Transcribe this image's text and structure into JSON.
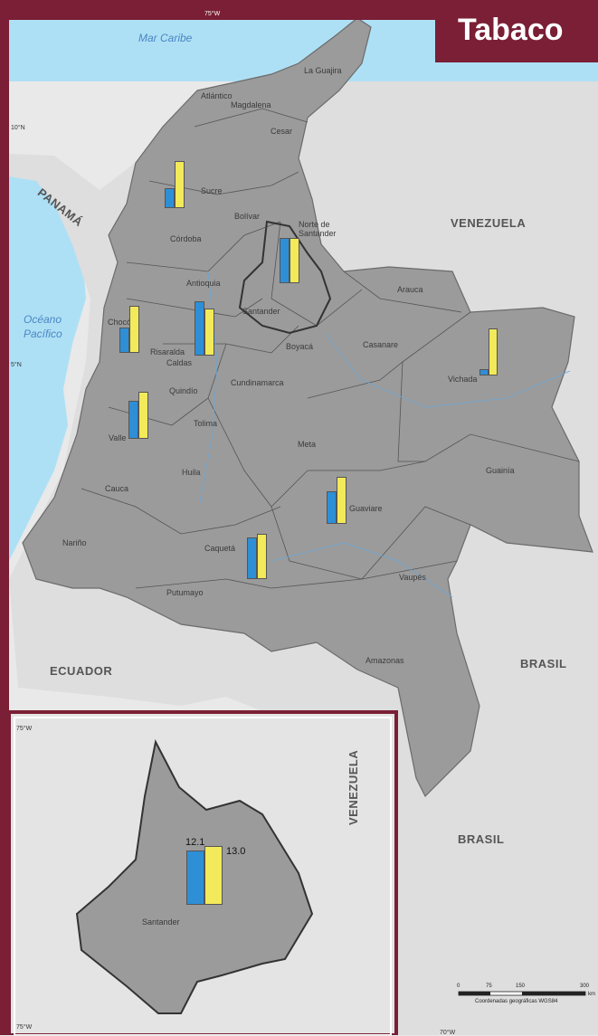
{
  "title": "Tabaco",
  "seas": {
    "caribbean": "Mar Caribe",
    "pacific_line1": "Océano",
    "pacific_line2": "Pacífico"
  },
  "countries": {
    "venezuela": "VENEZUELA",
    "panama": "PANAMÁ",
    "ecuador": "ECUADOR",
    "brasil": "BRASIL",
    "inset_venezuela": "VENEZUELA",
    "inset_brasil": "BRASIL"
  },
  "departments": {
    "la_guajira": "La Guajira",
    "atlantico": "Atlántico",
    "magdalena": "Magdalena",
    "cesar": "Cesar",
    "sucre": "Sucre",
    "cordoba": "Córdoba",
    "bolivar": "Bolívar",
    "norte_santander": "Norte de",
    "norte_santander2": "Santander",
    "santander": "Santander",
    "antioquia": "Antioquia",
    "choco": "Chocó",
    "arauca": "Arauca",
    "casanare": "Casanare",
    "boyaca": "Boyacá",
    "vichada": "Vichada",
    "risaralda": "Risaralda",
    "caldas": "Caldas",
    "cundinamarca": "Cundinamarca",
    "quindio": "Quindío",
    "tolima": "Tolima",
    "valle": "Valle",
    "meta": "Meta",
    "guainia": "Guainía",
    "cauca": "Cauca",
    "huila": "Huila",
    "guaviare": "Guaviare",
    "narino": "Nariño",
    "caqueta": "Caquetá",
    "vaupes": "Vaupés",
    "putumayo": "Putumayo",
    "amazonas": "Amazonas",
    "inset_santander": "Santander"
  },
  "coords": {
    "lon_top": "75°W",
    "lat_10": "10°N",
    "lat_5": "5°N",
    "inset_lon_top": "75°W",
    "inset_lon_bottom": "75°W",
    "scale_lon": "70°W"
  },
  "inset": {
    "value_blue": "12.1",
    "value_yellow": "13.0"
  },
  "scale": {
    "ticks": [
      "0",
      "75",
      "150",
      "300"
    ],
    "unit": "km",
    "caption": "Coordenadas geográficas WGS84"
  },
  "colors": {
    "frame": "#7a1f35",
    "bar_blue": "#2e8fd6",
    "bar_yellow": "#f2ea5a",
    "sea": "#aee0f5",
    "land_colombia": "#9b9b9b"
  },
  "chart_data": {
    "type": "bar",
    "note_series_unlabeled": true,
    "categories": [
      "Córdoba",
      "Norte de Santander",
      "Chocó",
      "Antioquia",
      "Vichada",
      "Valle",
      "Guaviare",
      "Caquetá",
      "Santander"
    ],
    "series": [
      {
        "values": [
          2.2,
          5.0,
          2.8,
          6.0,
          0.7,
          4.2,
          3.6,
          4.6,
          12.1
        ]
      },
      {
        "values": [
          5.2,
          5.0,
          5.2,
          5.2,
          5.2,
          5.2,
          5.2,
          5.0,
          13.0
        ]
      }
    ]
  }
}
